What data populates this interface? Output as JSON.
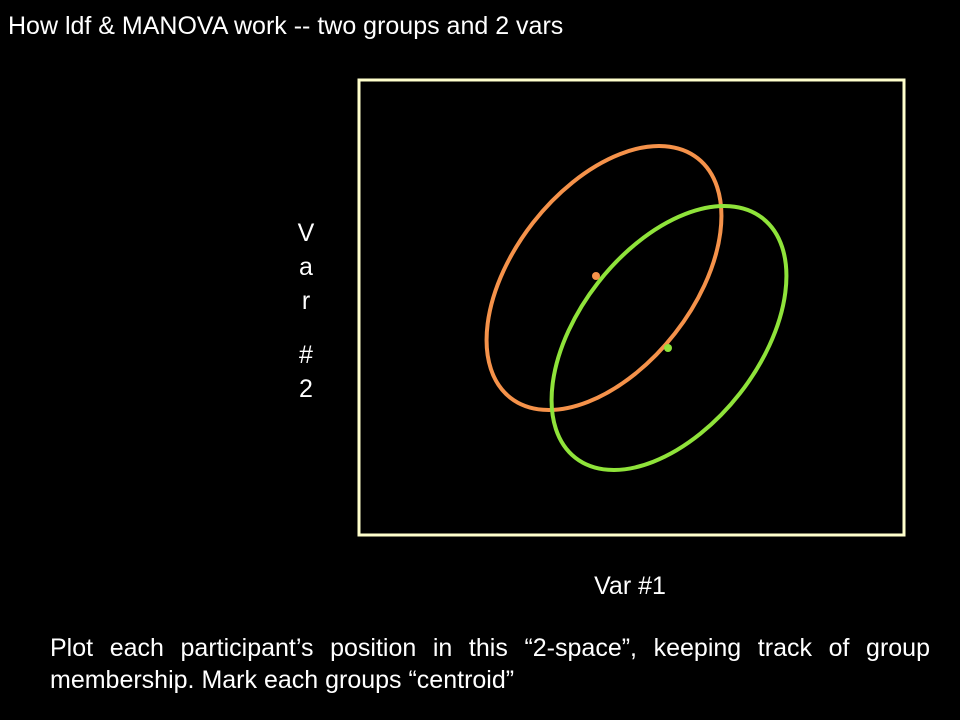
{
  "title": "How ldf & MANOVA work -- two groups and 2 vars",
  "y_axis_label_chars": [
    "V",
    "a",
    "r",
    "#",
    "2"
  ],
  "x_axis_label": "Var #1",
  "caption": "Plot each participant’s position in this “2-space”, keeping track of group membership. Mark each groups “centroid”",
  "colors": {
    "background": "#000000",
    "frame": "#ffffcc",
    "group_orange": "#f5924a",
    "group_green": "#8fe33a",
    "text": "#ffffff"
  }
}
